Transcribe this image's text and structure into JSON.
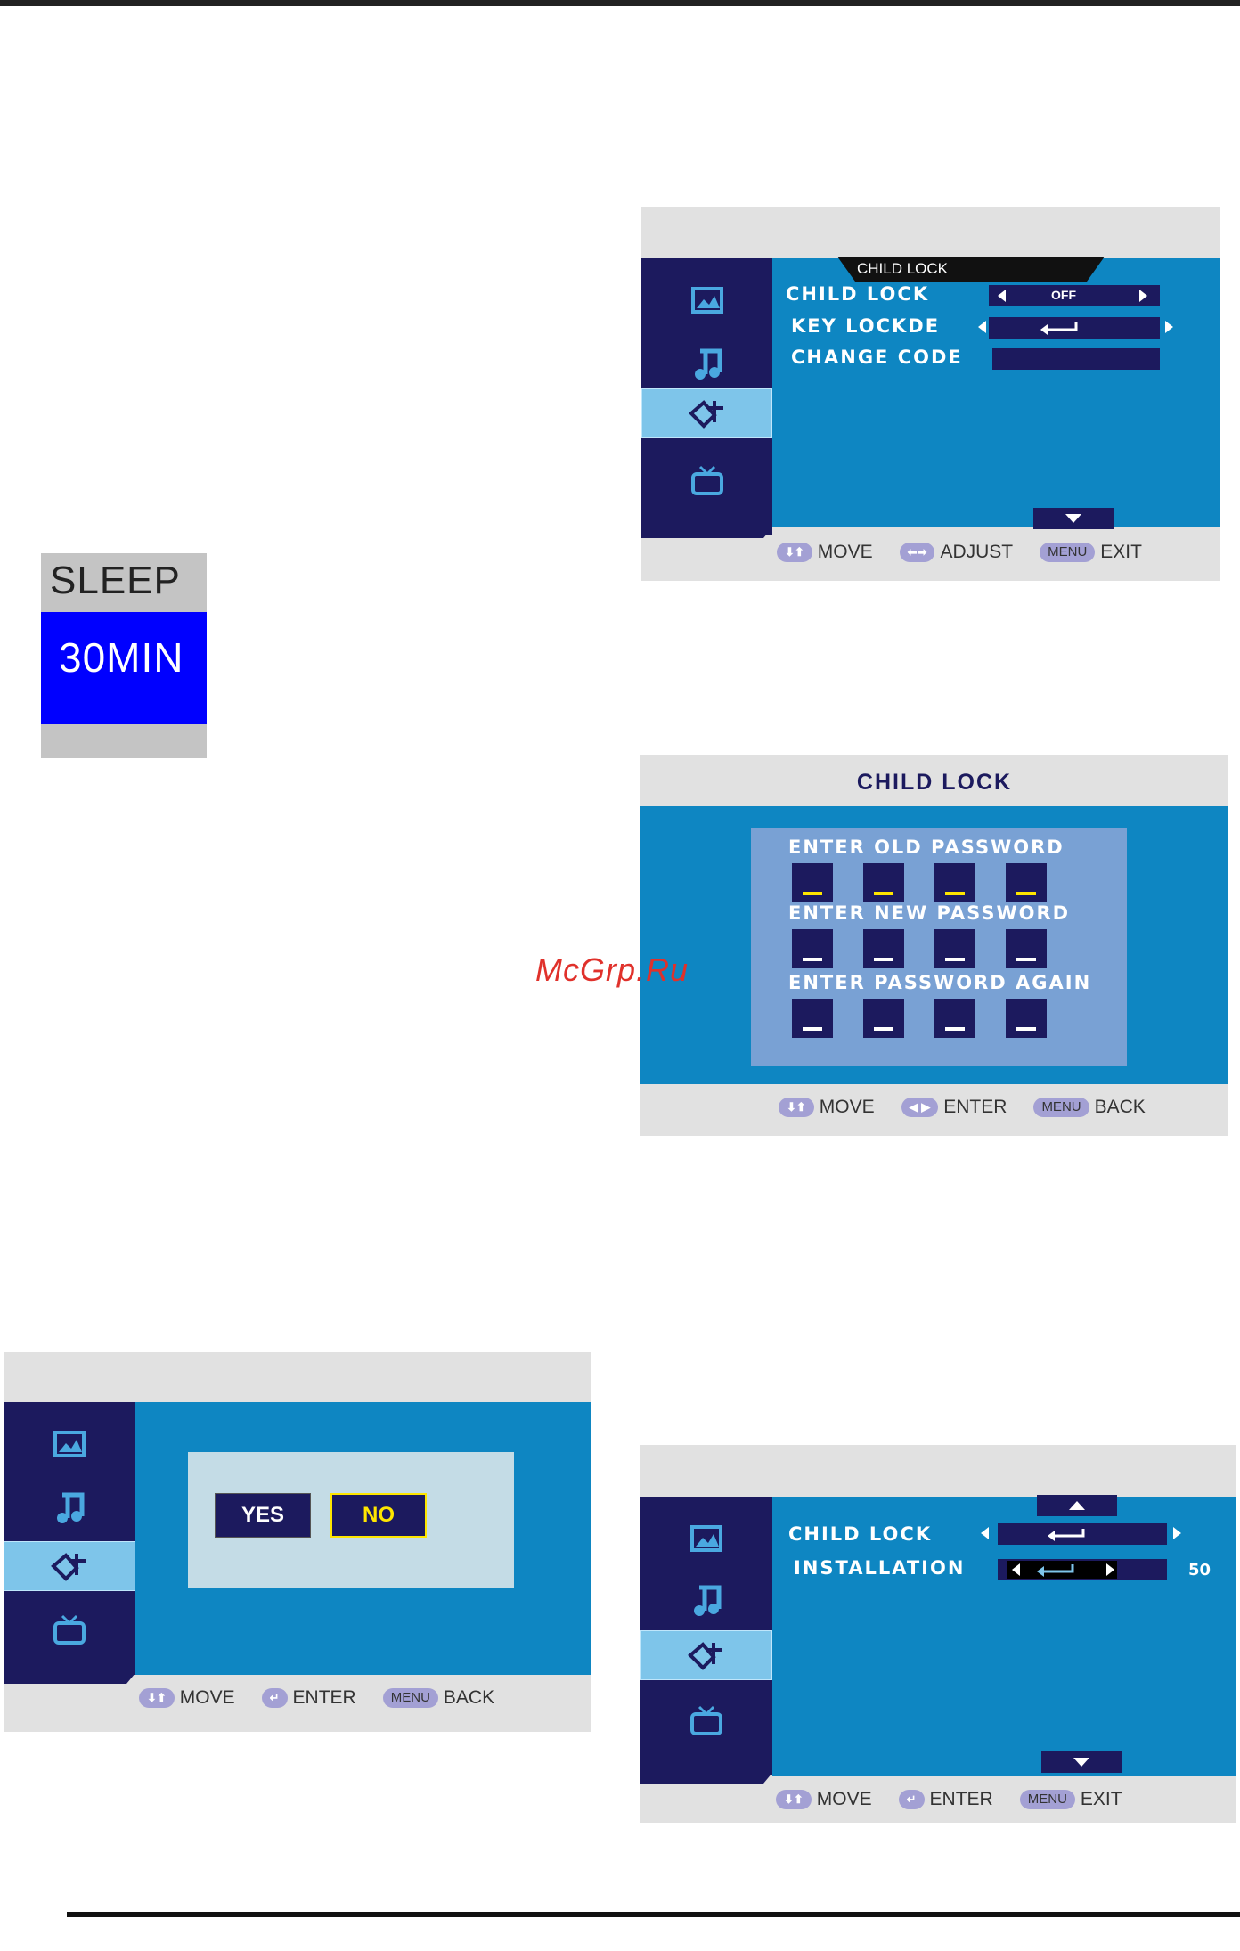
{
  "sleep": {
    "title": "SLEEP",
    "value": "30MIN"
  },
  "watermark": "McGrp.Ru",
  "panel1": {
    "header_tab": "CHILD LOCK",
    "rows": [
      {
        "label": "CHILD LOCK",
        "value": "OFF"
      },
      {
        "label": "KEY LOCKDE",
        "value": ""
      },
      {
        "label": "CHANGE CODE",
        "value": ""
      }
    ],
    "footer": {
      "move": "MOVE",
      "adjust": "ADJUST",
      "menu_key": "MENU",
      "exit": "EXIT"
    }
  },
  "panel2": {
    "title": "CHILD LOCK",
    "old_password_label": "ENTER OLD PASSWORD",
    "new_password_label": "ENTER NEW PASSWORD",
    "again_label": "ENTER PASSWORD AGAIN",
    "footer": {
      "move": "MOVE",
      "enter": "ENTER",
      "menu_key": "MENU",
      "back": "BACK"
    }
  },
  "panel3": {
    "yes_label": "YES",
    "no_label": "NO",
    "footer": {
      "move": "MOVE",
      "enter": "ENTER",
      "menu_key": "MENU",
      "back": "BACK"
    }
  },
  "panel4": {
    "rows": [
      {
        "label": "CHILD LOCK"
      },
      {
        "label": "INSTALLATION",
        "value": "50"
      }
    ],
    "footer": {
      "move": "MOVE",
      "enter": "ENTER",
      "menu_key": "MENU",
      "exit": "EXIT"
    }
  },
  "icons": [
    "picture-icon",
    "music-icon",
    "lock-icon",
    "tv-icon",
    "arrow-updown-icon",
    "arrow-leftright-icon",
    "enter-icon"
  ],
  "colors": {
    "menu_blue": "#0e86c2",
    "sidebar_navy": "#1c1a5e",
    "selected_item": "#7ec5ea",
    "highlight_yellow": "#ffe600",
    "sleep_blue": "#0000ff",
    "watermark_red": "#e0312b"
  }
}
